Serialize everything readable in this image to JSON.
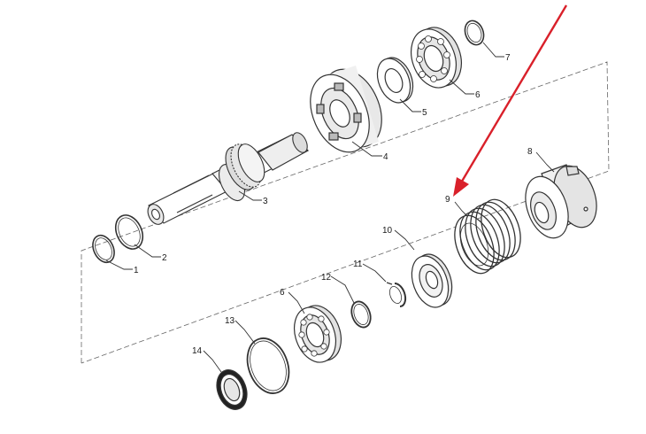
{
  "diagram": {
    "parts": [
      {
        "id": "part-1",
        "label": "1"
      },
      {
        "id": "part-2",
        "label": "2"
      },
      {
        "id": "part-3",
        "label": "3"
      },
      {
        "id": "part-4",
        "label": "4"
      },
      {
        "id": "part-5",
        "label": "5"
      },
      {
        "id": "part-6a",
        "label": "6"
      },
      {
        "id": "part-7",
        "label": "7"
      },
      {
        "id": "part-8",
        "label": "8"
      },
      {
        "id": "part-9",
        "label": "9"
      },
      {
        "id": "part-10",
        "label": "10"
      },
      {
        "id": "part-11",
        "label": "11"
      },
      {
        "id": "part-12",
        "label": "12"
      },
      {
        "id": "part-6b",
        "label": "6"
      },
      {
        "id": "part-13",
        "label": "13"
      },
      {
        "id": "part-14",
        "label": "14"
      }
    ],
    "colors": {
      "line": "#333333",
      "fill": "#ffffff",
      "shade": "#d9d9d9",
      "arrow": "#d9202a"
    }
  }
}
